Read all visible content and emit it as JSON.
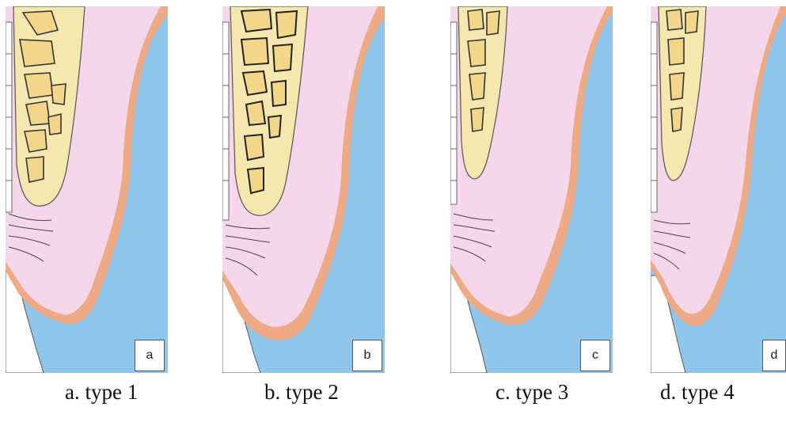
{
  "colors": {
    "water": "#8fc7ec",
    "gingiva": "#f5d6ea",
    "epithelium": "#eeaa85",
    "bone": "#f5e7ad",
    "marrow": "#f2d68a",
    "outline": "#555555"
  },
  "panels": [
    {
      "letter": "a",
      "caption": "a. type 1"
    },
    {
      "letter": "b",
      "caption": "b. type 2"
    },
    {
      "letter": "c",
      "caption": "c. type 3"
    },
    {
      "letter": "d",
      "caption": "d. type 4"
    }
  ]
}
